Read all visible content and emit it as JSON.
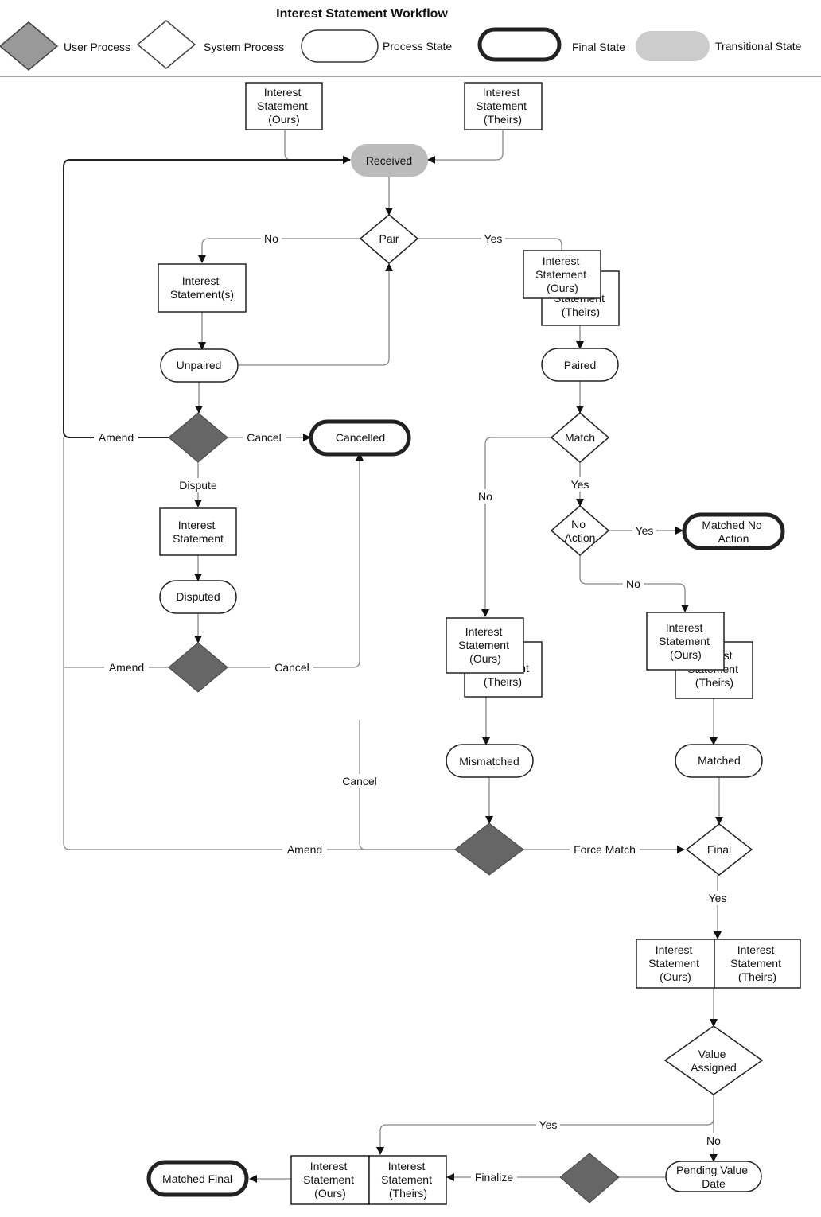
{
  "title": "Interest Statement Workflow",
  "legend": {
    "user_process": "User Process",
    "system_process": "System Process",
    "process_state": "Process State",
    "final_state": "Final State",
    "transitional_state": "Transitional State"
  },
  "nodes": {
    "doc_ours_top": [
      "Interest",
      "Statement",
      "(Ours)"
    ],
    "doc_theirs_top": [
      "Interest",
      "Statement",
      "(Theirs)"
    ],
    "received": "Received",
    "pair": "Pair",
    "doc_unpaired": [
      "Interest",
      "Statement(s)"
    ],
    "unpaired": "Unpaired",
    "paired_doc_front": [
      "Interest",
      "Statement",
      "(Ours)"
    ],
    "paired_doc_back": [
      "Statement",
      "(Theirs)"
    ],
    "paired": "Paired",
    "cancelled": "Cancelled",
    "doc_dispute": [
      "Interest",
      "Statement"
    ],
    "disputed": "Disputed",
    "match": "Match",
    "no_action": [
      "No",
      "Action"
    ],
    "matched_no_action": [
      "Matched No",
      "Action"
    ],
    "mismatch_doc_front": [
      "Interest",
      "Statement",
      "(Ours)"
    ],
    "mismatch_doc_back": [
      "nt",
      "(Theirs)"
    ],
    "mismatched": "Mismatched",
    "matched_doc_front": [
      "Interest",
      "Statement",
      "(Ours)"
    ],
    "matched_doc_back": [
      "st",
      "Statement",
      "(Theirs)"
    ],
    "matched": "Matched",
    "final": "Final",
    "final_doc_ours": [
      "Interest",
      "Statement",
      "(Ours)"
    ],
    "final_doc_theirs": [
      "Interest",
      "Statement",
      "(Theirs)"
    ],
    "value_assigned": [
      "Value",
      "Assigned"
    ],
    "pending_value_date": [
      "Pending Value",
      "Date"
    ],
    "bottom_doc_ours": [
      "Interest",
      "Statement",
      "(Ours)"
    ],
    "bottom_doc_theirs": [
      "Interest",
      "Statement",
      "(Theirs)"
    ],
    "matched_final": "Matched Final"
  },
  "edges": {
    "pair_no": "No",
    "pair_yes": "Yes",
    "amend_1": "Amend",
    "cancel_1": "Cancel",
    "dispute": "Dispute",
    "amend_2": "Amend",
    "cancel_2": "Cancel",
    "match_no": "No",
    "match_yes": "Yes",
    "no_action_yes": "Yes",
    "no_action_no": "No",
    "cancel_3": "Cancel",
    "amend_3": "Amend",
    "force_match": "Force Match",
    "final_yes": "Yes",
    "value_yes": "Yes",
    "value_no": "No",
    "finalize": "Finalize"
  },
  "colors": {
    "user_process_fill": "#666666",
    "legend_user_fill": "#999999",
    "transitional_fill": "#cccccc",
    "received_fill": "#bbbbbb",
    "line": "#888888",
    "dark_line": "#333333"
  }
}
